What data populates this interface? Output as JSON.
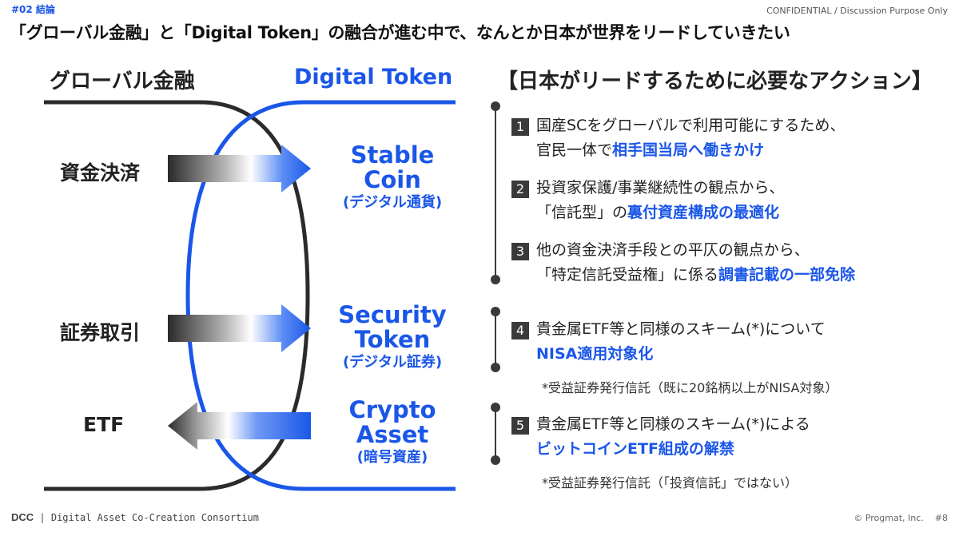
{
  "header": {
    "section_tag": "#02 結論",
    "confidential": "CONFIDENTIAL / Discussion Purpose Only",
    "title": "「グローバル金融」と「Digital Token」の融合が進む中で、なんとか日本が世界をリードしていきたい"
  },
  "diagram": {
    "left_header": "グローバル金融",
    "right_header": "Digital Token",
    "colors": {
      "accent": "#1a56e8",
      "dark": "#3a3a3a"
    },
    "rows": [
      {
        "label": "資金決済",
        "arrow": "right",
        "token_name_1": "Stable",
        "token_name_2": "Coin",
        "token_sub": "(デジタル通貨)"
      },
      {
        "label": "証券取引",
        "arrow": "right",
        "token_name_1": "Security",
        "token_name_2": "Token",
        "token_sub": "(デジタル証券)"
      },
      {
        "label": "ETF",
        "arrow": "left",
        "token_name_1": "Crypto",
        "token_name_2": "Asset",
        "token_sub": "(暗号資産)"
      }
    ]
  },
  "actions": {
    "heading": "【日本がリードするために必要なアクション】",
    "items": [
      {
        "num": "1",
        "line1": "国産SCをグローバルで利用可能にするため、",
        "line2_pre": "官民一体で",
        "line2_hl": "相手国当局へ働きかけ",
        "line2_post": ""
      },
      {
        "num": "2",
        "line1": "投資家保護/事業継続性の観点から、",
        "line2_pre": "「信託型」の",
        "line2_hl": "裏付資産構成の最適化",
        "line2_post": ""
      },
      {
        "num": "3",
        "line1": "他の資金決済手段との平仄の観点から、",
        "line2_pre": "「特定信託受益権」に係る",
        "line2_hl": "調書記載の一部免除",
        "line2_post": ""
      },
      {
        "num": "4",
        "line1": "貴金属ETF等と同様のスキーム(*)について",
        "line2_pre": "",
        "line2_hl": "NISA適用対象化",
        "line2_post": "",
        "note": "*受益証券発行信託（既に20銘柄以上がNISA対象）"
      },
      {
        "num": "5",
        "line1": "貴金属ETF等と同様のスキーム(*)による",
        "line2_pre": "",
        "line2_hl": "ビットコインETF組成の解禁",
        "line2_post": "",
        "note": "*受益証券発行信託（「投資信託」ではない）"
      }
    ]
  },
  "footer": {
    "logo": "DCC",
    "org": "Digital Asset Co-Creation Consortium",
    "copyright": "© Progmat, Inc.",
    "page": "#8"
  }
}
